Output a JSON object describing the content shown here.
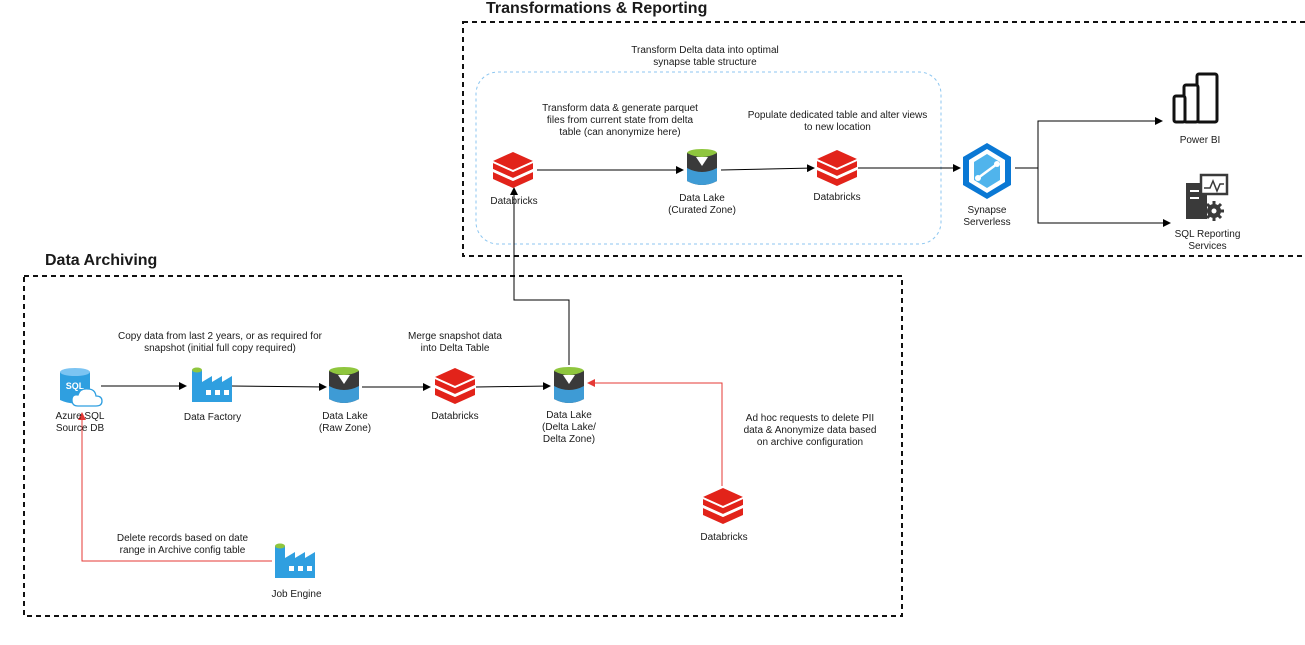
{
  "sections": {
    "reporting_title": "Transformations & Reporting",
    "archiving_title": "Data Archiving"
  },
  "annotations": {
    "synapse_group": "Transform Delta data into optimal\nsynapse table structure",
    "transform_parquet": "Transform data & generate parquet\nfiles from current state from delta\ntable (can anonymize here)",
    "populate_table": "Populate dedicated table and alter views\nto new location",
    "copy_data": "Copy data from last 2 years, or as required for\nsnapshot (initial full copy required)",
    "merge_snapshot": "Merge snapshot data\ninto Delta Table",
    "adhoc_delete": "Ad hoc requests to delete PII\ndata & Anonymize data based\non archive configuration",
    "delete_records": "Delete records based on date\nrange in Archive config table"
  },
  "nodes": {
    "databricks_transform": "Databricks",
    "datalake_curated": "Data Lake\n(Curated Zone)",
    "databricks_populate": "Databricks",
    "synapse": "Synapse\nServerless",
    "powerbi": "Power BI",
    "ssrs": "SQL Reporting\nServices",
    "azure_sql": "Azure SQL\nSource DB",
    "data_factory": "Data Factory",
    "datalake_raw": "Data Lake\n(Raw Zone)",
    "databricks_merge": "Databricks",
    "datalake_delta": "Data Lake\n(Delta Lake/\nDelta Zone)",
    "databricks_adhoc": "Databricks",
    "job_engine": "Job Engine"
  },
  "colors": {
    "databricks": "#e2231a",
    "datalake_blue": "#3e9bd5",
    "datalake_dark": "#3a3a3a",
    "datalake_green": "#8fc63e",
    "azure_blue": "#2f9fe0",
    "synapse_blue": "#0a78d4",
    "arrow_red": "#e53935",
    "group_dash": "#8cc6f0"
  }
}
